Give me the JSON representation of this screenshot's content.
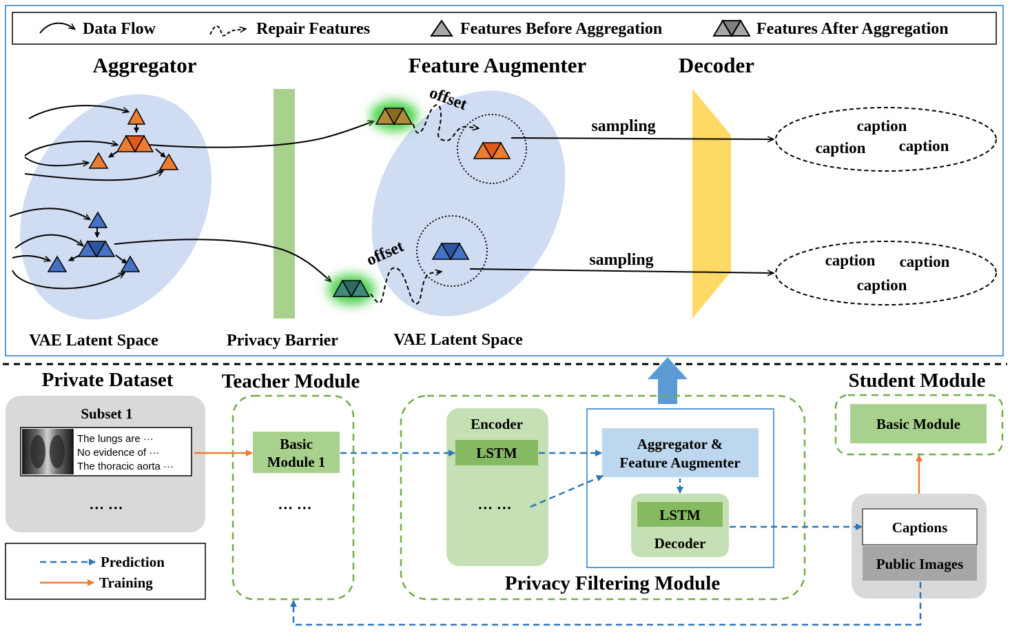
{
  "legend_top": {
    "data_flow": "Data Flow",
    "repair_features": "Repair Features",
    "features_before": "Features Before Aggregation",
    "features_after": "Features After Aggregation"
  },
  "top_panel": {
    "aggregator_title": "Aggregator",
    "feature_augmenter_title": "Feature Augmenter",
    "decoder_title": "Decoder",
    "vae_latent_space_left": "VAE Latent Space",
    "privacy_barrier": "Privacy Barrier",
    "vae_latent_space_right": "VAE Latent Space",
    "offset_top": "offset",
    "offset_bottom": "offset",
    "sampling_top": "sampling",
    "sampling_bottom": "sampling",
    "captions_top": [
      "caption",
      "caption",
      "caption"
    ],
    "captions_bottom": [
      "caption",
      "caption",
      "caption"
    ]
  },
  "bottom_panel": {
    "private_dataset_title": "Private Dataset",
    "subset_label": "Subset 1",
    "report_lines": [
      "The lungs are ···",
      "No evidence of ···",
      "The thoracic aorta ···"
    ],
    "dataset_ellipsis": "··· ···",
    "teacher_title": "Teacher Module",
    "basic_module_1": [
      "Basic",
      "Module 1"
    ],
    "teacher_ellipsis": "··· ···",
    "encoder_label": "Encoder",
    "encoder_lstm": "LSTM",
    "encoder_ellipsis": "··· ···",
    "agg_feature_aug": [
      "Aggregator &",
      "Feature Augmenter"
    ],
    "decoder_lstm": "LSTM",
    "decoder_label": "Decoder",
    "privacy_filtering_title": "Privacy Filtering Module",
    "student_title": "Student Module",
    "student_basic_module": "Basic Module",
    "captions_box": "Captions",
    "public_images_box": "Public Images",
    "legend_prediction": "Prediction",
    "legend_training": "Training"
  },
  "colors": {
    "orange_feature": "#ED7D31",
    "blue_feature": "#4472C4",
    "latent_space": "#CFDCF1",
    "privacy_barrier": "#A9D18E",
    "decoder": "#FFD966",
    "module_green": "#A9D18E",
    "module_light_green": "#C5E0B4",
    "agg_blue": "#BDD7EE",
    "dashed_green": "#70AD47",
    "prediction_arrow": "#2E75B6",
    "training_arrow": "#ED7D31",
    "frame_blue": "#5B9BD5"
  }
}
